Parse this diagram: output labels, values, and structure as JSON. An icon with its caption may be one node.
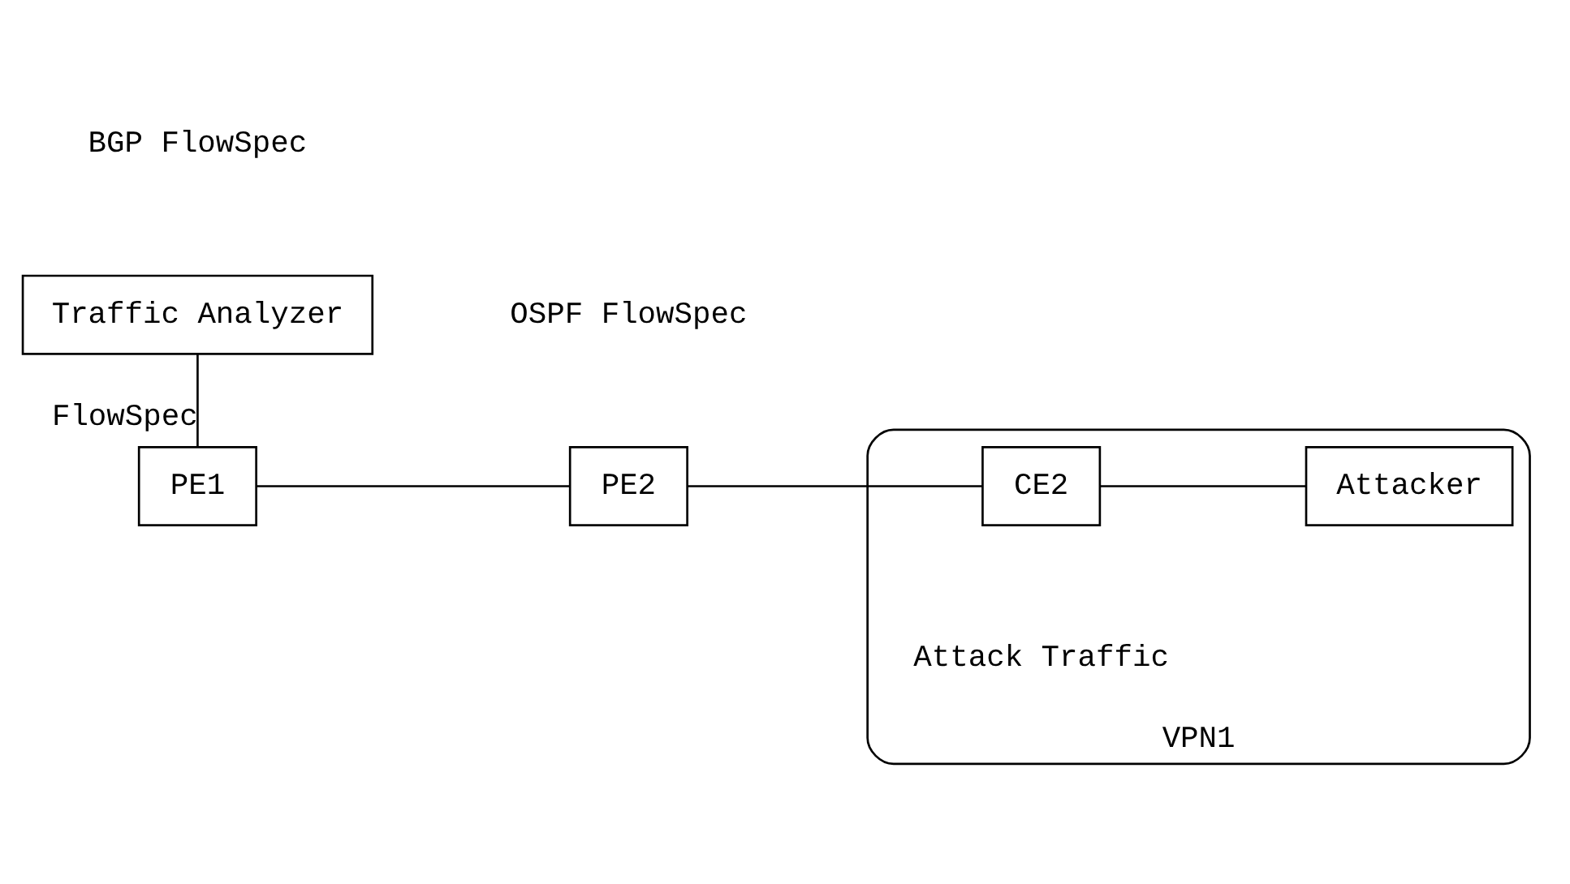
{
  "diagram": {
    "nodes": [
      {
        "text": [
          "Traffic Analyzer"
        ]
      },
      {
        "text": [
          "PE1"
        ]
      },
      {
        "text": [
          "PE2"
        ]
      },
      {
        "text": [
          "VPN1"
        ]
      },
      {
        "text": [
          "CE2"
        ],
        "in": 3
      },
      {
        "text": [
          "Attacker"
        ],
        "in": 3
      }
    ],
    "edges": [
      {
        "from": 0,
        "to": 1,
        "arrow": "none",
        "label": "FlowSpec"
      },
      {
        "from": 1,
        "to": 2,
        "arrow": "none"
      },
      {
        "from": 2,
        "to": 4,
        "arrow": "none"
      },
      {
        "from": 4,
        "to": 5,
        "arrow": "none"
      }
    ],
    "labels": [
      "BGP FlowSpec",
      "OSPF FlowSpec",
      "Attack Traffic"
    ]
  }
}
